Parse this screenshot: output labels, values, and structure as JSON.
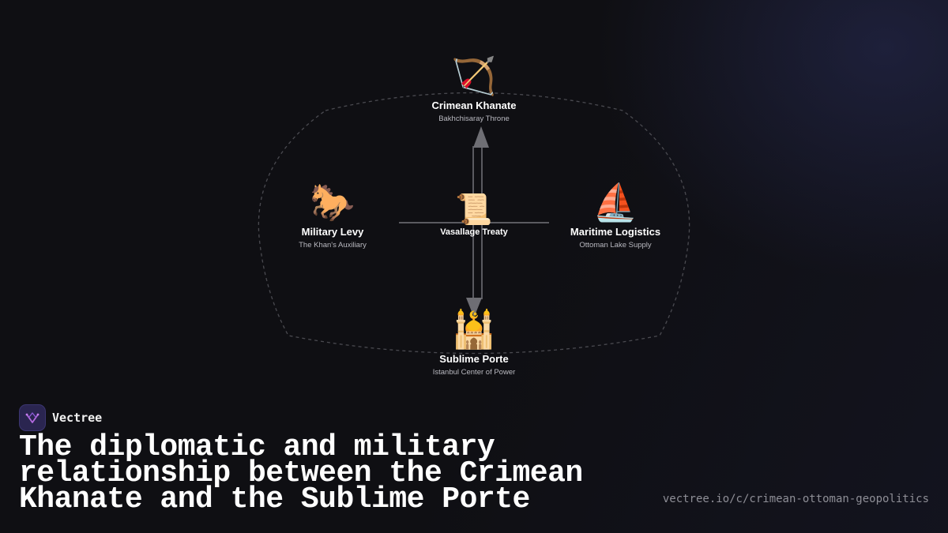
{
  "diagram": {
    "nodes": {
      "top": {
        "icon": "🏹",
        "icon_name": "bow-and-arrow-icon",
        "title": "Crimean Khanate",
        "subtitle": "Bakhchisaray Throne"
      },
      "left": {
        "icon": "🐎",
        "icon_name": "horse-icon",
        "title": "Military Levy",
        "subtitle": "The Khan's Auxiliary"
      },
      "center": {
        "icon": "📜",
        "icon_name": "scroll-icon",
        "title": "Vasallage Treaty"
      },
      "right": {
        "icon": "⛵",
        "icon_name": "sailboat-icon",
        "title": "Maritime Logistics",
        "subtitle": "Ottoman Lake Supply"
      },
      "bottom": {
        "icon": "🕌",
        "icon_name": "mosque-icon",
        "title": "Sublime Porte",
        "subtitle": "Istanbul Center of Power"
      }
    },
    "colors": {
      "connector": "#5a5a60",
      "arrowhead": "#6e6e74",
      "boundary": "#4a4a50"
    }
  },
  "branding": {
    "name": "Vectree",
    "logo_icon": "vectree-logo-icon"
  },
  "headline": "The diplomatic and military relationship between the Crimean Khanate and the Sublime Porte",
  "url": "vectree.io/c/crimean-ottoman-geopolitics"
}
